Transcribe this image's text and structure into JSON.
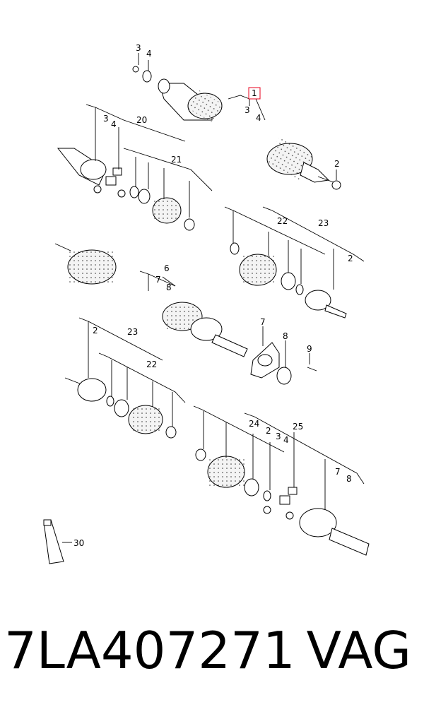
{
  "diagram": {
    "callouts": {
      "c3a": "3",
      "c4a": "4",
      "c1": "1",
      "c3b": "3",
      "c4b": "4",
      "c2a": "2",
      "c3c": "3",
      "c4c": "4",
      "c20": "20",
      "c21a": "21",
      "c22a": "22",
      "c23a": "23",
      "c2b": "2",
      "c6": "6",
      "c7a": "7",
      "c8a": "8",
      "c7b": "7",
      "c8b": "8",
      "c9": "9",
      "c2c": "2",
      "c23b": "23",
      "c22b": "22",
      "c24": "24",
      "c2d": "2",
      "c3d": "3",
      "c4d": "4",
      "c25": "25",
      "c7c": "7",
      "c8c": "8",
      "c30": "30"
    },
    "highlight_color": "#e8001c"
  },
  "footer": {
    "part_number": "7LA407271",
    "brand": "VAG"
  }
}
